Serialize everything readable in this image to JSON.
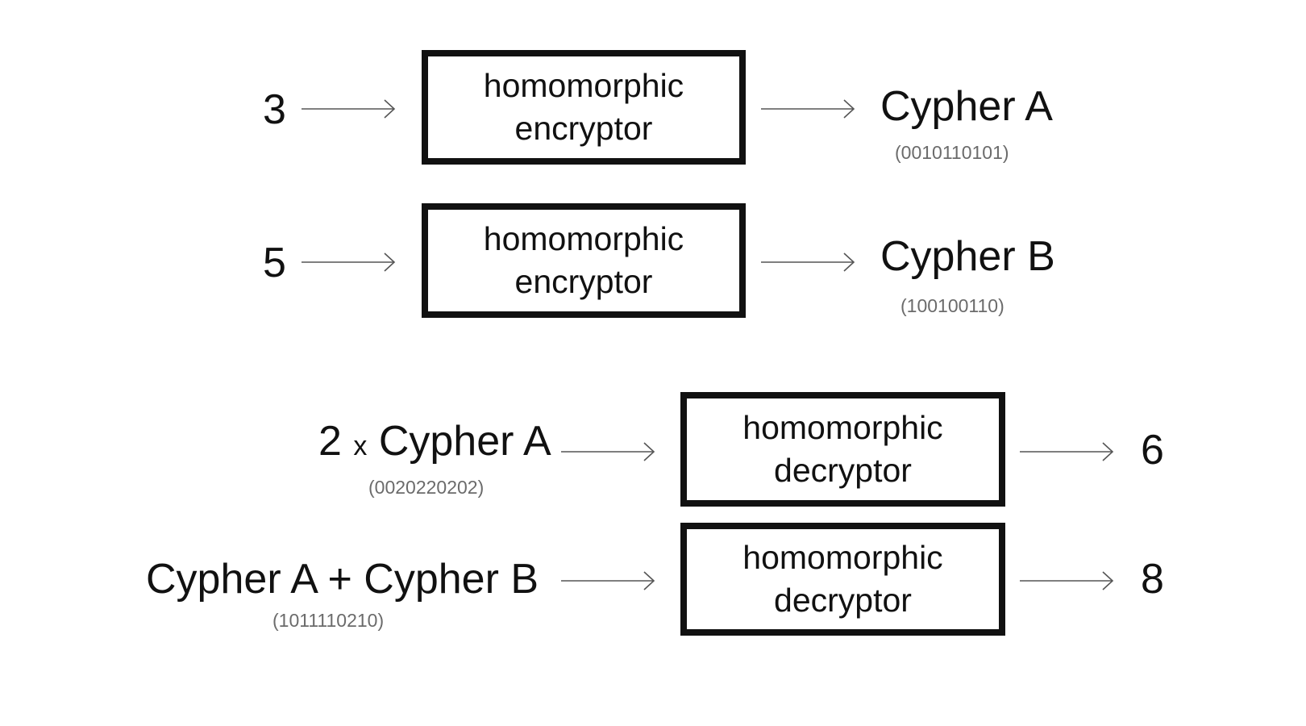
{
  "row1": {
    "input": "3",
    "box_line1": "homomorphic",
    "box_line2": "encryptor",
    "output": "Cypher A",
    "code": "(0010110101)"
  },
  "row2": {
    "input": "5",
    "box_line1": "homomorphic",
    "box_line2": "encryptor",
    "output": "Cypher B",
    "code": "(100100110)"
  },
  "row3": {
    "input_multiplier": "2",
    "input_times": "x",
    "input_term": "Cypher A",
    "code": "(0020220202)",
    "box_line1": "homomorphic",
    "box_line2": "decryptor",
    "output": "6"
  },
  "row4": {
    "input": "Cypher A + Cypher B",
    "code": "(1011110210)",
    "box_line1": "homomorphic",
    "box_line2": "decryptor",
    "output": "8"
  },
  "icons": {
    "arrow": "right-arrow-icon"
  },
  "colors": {
    "foreground": "#111111",
    "code_text": "#6b6b6b",
    "arrow": "#555555",
    "background": "#ffffff"
  }
}
